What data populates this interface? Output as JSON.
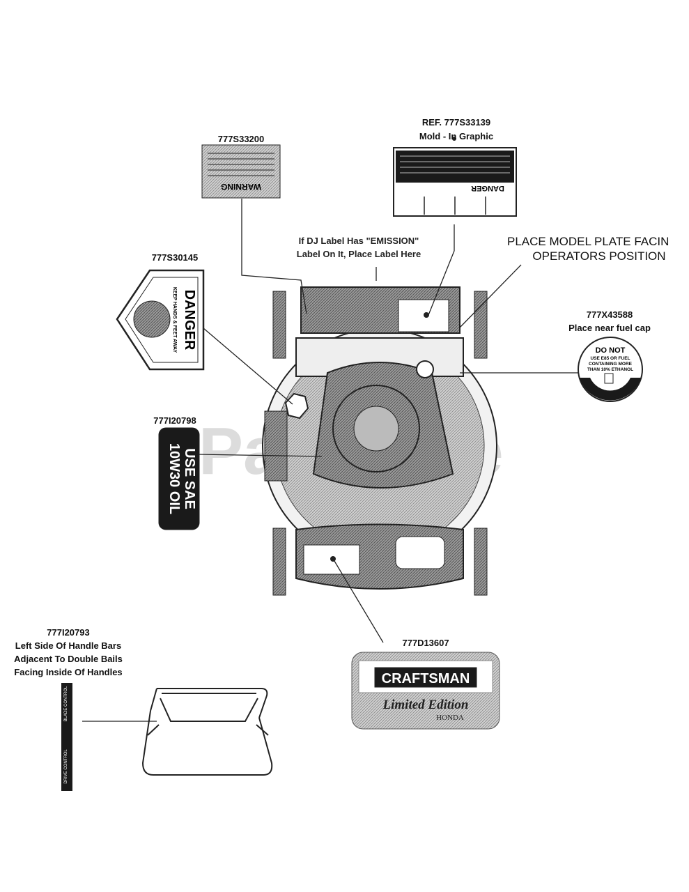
{
  "parts": {
    "p777s33200": {
      "part_no": "777S33200",
      "label_text": "WARNING"
    },
    "p777s33139": {
      "ref": "REF. 777S33139",
      "note": "Mold - In Graphic",
      "label_text": "DANGER"
    },
    "p777s30145": {
      "part_no": "777S30145",
      "label_text": "DANGER",
      "label_sub": "KEEP HANDS & FEET AWAY"
    },
    "p777i20798": {
      "part_no": "777I20798",
      "line1": "USE SAE",
      "line2": "10W30 OIL"
    },
    "p777x43588": {
      "part_no": "777X43588",
      "note": "Place near fuel cap",
      "line1": "DO NOT",
      "line2": "USE E85 OR FUEL",
      "line3": "CONTAINING MORE",
      "line4": "THAN 10% ETHANOL"
    },
    "p777d13607": {
      "part_no": "777D13607",
      "brand": "CRAFTSMAN",
      "edition": "Limited Edition",
      "powered": "HONDA"
    },
    "p777i20793": {
      "part_no": "777I20793",
      "note1": "Left Side Of Handle Bars",
      "note2": "Adjacent To Double Bails",
      "note3": "Facing Inside Of Handles",
      "strip1": "BLADE CONTROL",
      "strip2": "DRIVE CONTROL"
    }
  },
  "callouts": {
    "emission_line1": "If DJ Label Has \"EMISSION\"",
    "emission_line2": "Label On It, Place Label Here",
    "model_plate_line1": "PLACE MODEL PLATE FACIN",
    "model_plate_line2": "OPERATORS POSITION"
  },
  "watermark": "PartsTree",
  "colors": {
    "ink": "#111111",
    "hatch": "#7a7a7a",
    "label_dark": "#1a1a1a",
    "watermark": "#d9d9d9"
  }
}
